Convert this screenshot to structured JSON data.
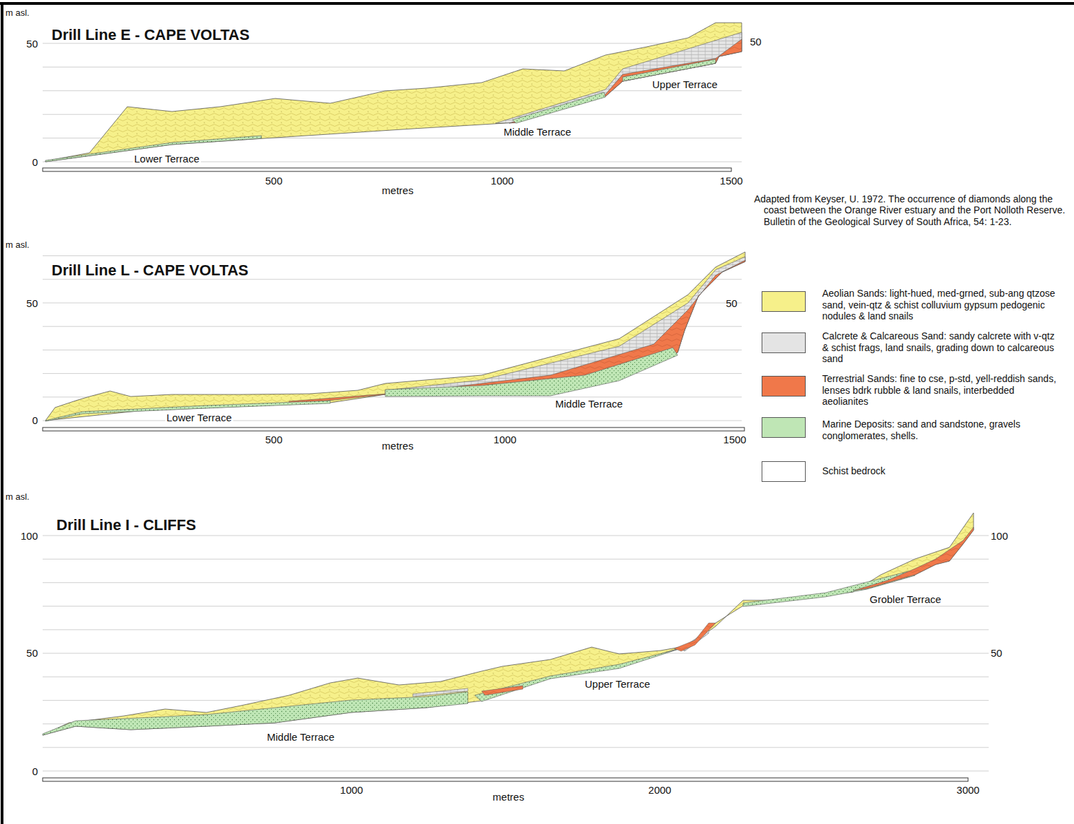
{
  "diagram": {
    "labels": [
      "m asl.",
      "50",
      "0",
      "Drill Line E - CAPE VOLTAS",
      "50",
      "Upper Terrace",
      "Middle Terrace",
      "Lower Terrace",
      "500",
      "1000",
      "1500",
      "metres",
      "Adapted from Keyser, U. 1972. The occurrence of diamonds along the coast between the Orange River estuary and the Port Nolloth Reserve. Bulletin of the Geological Survey of South Africa, 54: 1-23.",
      "m asl.",
      "50",
      "0",
      "Drill Line L - CAPE VOLTAS",
      "50",
      "Middle Terrace",
      "Lower Terrace",
      "500",
      "1000",
      "1500",
      "metres",
      "m asl.",
      "100",
      "50",
      "0",
      "Drill Line I - CLIFFS",
      "100",
      "50",
      "Grobler Terrace",
      "Upper Terrace",
      "Middle Terrace",
      "1000",
      "2000",
      "3000",
      "metres"
    ],
    "legend": [
      {
        "text": "Aeolian Sands: light-hued, med-grned, sub-ang qtzose sand, vein-qtz & schist colluvium gypsum pedogenic nodules & land snails",
        "color": "#f6f08a"
      },
      {
        "text": "Calcrete & Calcareous Sand: sandy calcrete with v-qtz & schist frags, land snails, grading down to calcareous sand",
        "color": "#e4e4e4"
      },
      {
        "text": "Terrestrial Sands: fine to cse, p-std, yell-reddish sands, lenses bdrk rubble & land snails, interbedded aeolianites",
        "color": "#f0784a"
      },
      {
        "text": "Marine Deposits: sand and sandstone, gravels conglomerates, shells.",
        "color": "#bfe6b5"
      },
      {
        "text": "Schist bedrock",
        "color": "#ffffff"
      }
    ]
  }
}
